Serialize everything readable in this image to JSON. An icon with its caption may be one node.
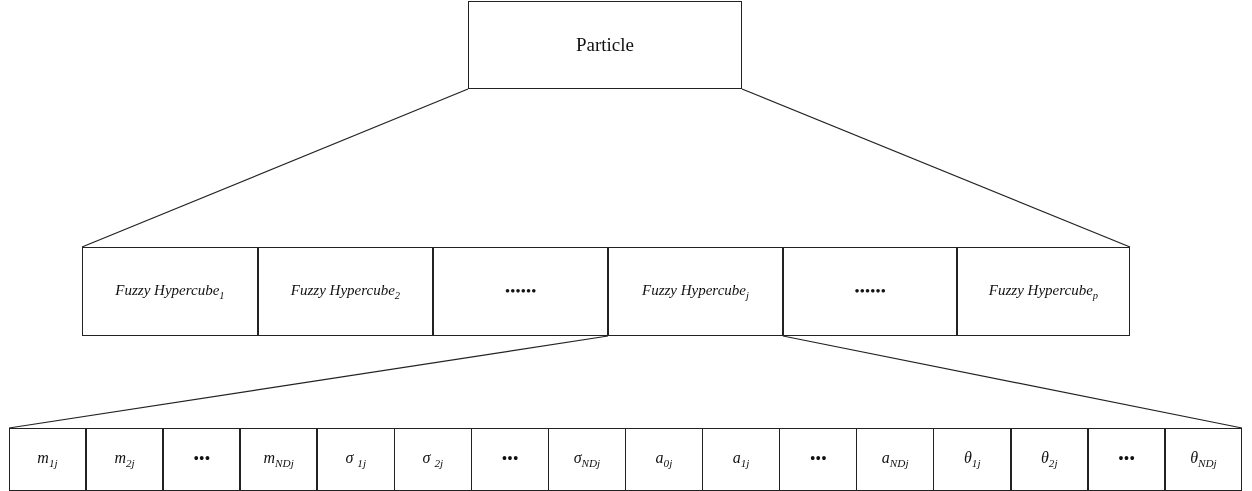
{
  "diagram": {
    "nodes": [
      {
        "text": [
          "Particle"
        ]
      },
      {
        "text": [],
        "shape": "box"
      },
      {
        "text": [
          "Fuzzy Hypercube$_{1}$"
        ],
        "in": 1
      },
      {
        "text": [
          "Fuzzy Hypercube$_{2}$"
        ],
        "in": 1
      },
      {
        "text": [
          "••••••"
        ],
        "in": 1
      },
      {
        "text": [
          "Fuzzy Hypercube$_{j}$"
        ],
        "in": 1
      },
      {
        "text": [
          "••••••"
        ],
        "in": 1
      },
      {
        "text": [
          "Fuzzy Hypercube$_{p}$"
        ],
        "in": 1
      },
      {
        "text": [],
        "shape": "box"
      },
      {
        "text": [
          "m$_{1j}$"
        ],
        "in": 8
      },
      {
        "text": [
          "m$_{2j}$"
        ],
        "in": 8
      },
      {
        "text": [
          "•••"
        ],
        "in": 8
      },
      {
        "text": [
          "m$_{N}$$_{D}$$_{j}$"
        ],
        "in": 8
      },
      {
        "text": [
          "σ $_{1j}$"
        ],
        "in": 8
      },
      {
        "text": [
          "σ $_{2j}$"
        ],
        "in": 8
      },
      {
        "text": [
          "•••"
        ],
        "in": 8
      },
      {
        "text": [
          "σ$_{N}$$_{D}$$_{j}$"
        ],
        "in": 8
      },
      {
        "text": [
          "a$_{0j}$"
        ],
        "in": 8
      },
      {
        "text": [
          "a$_{1j}$"
        ],
        "in": 8
      },
      {
        "text": [
          "•••"
        ],
        "in": 8
      },
      {
        "text": [
          "a$_{N}$$_{D}$$_{j}$"
        ],
        "in": 8
      },
      {
        "text": [
          "θ$_{1j}$"
        ],
        "in": 8
      },
      {
        "text": [
          "θ$_{2j}$"
        ],
        "in": 8
      },
      {
        "text": [
          "•••"
        ],
        "in": 8
      },
      {
        "text": [
          "θ$_{N}$$_{D}$$_{j}$"
        ],
        "in": 8
      }
    ],
    "edges": [
      {
        "from": 0,
        "to": 1,
        "arrow": "none"
      },
      {
        "from": 0,
        "to": 1,
        "arrow": "none"
      },
      {
        "from": 5,
        "to": 8,
        "arrow": "none"
      },
      {
        "from": 5,
        "to": 8,
        "arrow": "none"
      }
    ]
  }
}
